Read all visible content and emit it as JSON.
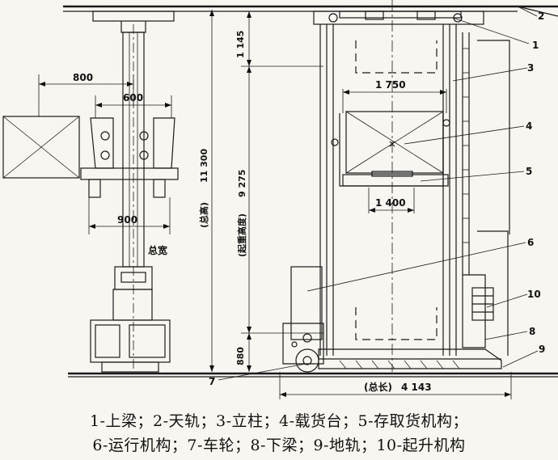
{
  "dimensions": {
    "d800": "800",
    "d600": "600",
    "d900": "900",
    "d1145": "1 145",
    "d1750": "1 750",
    "d1400": "1 400",
    "d880": "880",
    "total_height_label": "(总高)",
    "total_height_value": "11 300",
    "lift_height_label": "(起重高度)",
    "lift_height_value": "9 275",
    "total_width_label": "总宽",
    "total_length_label": "(总长)",
    "total_length_value": "4 143"
  },
  "callouts": [
    "1",
    "2",
    "3",
    "4",
    "5",
    "6",
    "7",
    "8",
    "9",
    "10"
  ],
  "caption": {
    "line1": "1-上梁；2-天轨；3-立柱；4-载货台；5-存取货机构；",
    "line2": "6-运行机构；7-车轮；8-下梁；9-地轨；10-起升机构"
  }
}
